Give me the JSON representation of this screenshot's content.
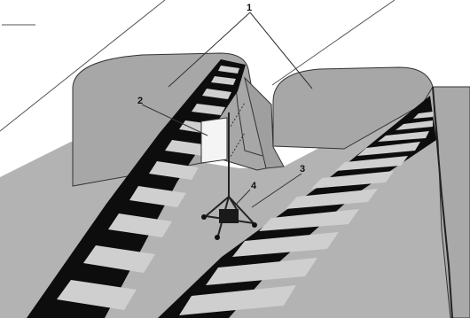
{
  "callouts": {
    "c1": "1",
    "c2": "2",
    "c3": "3",
    "c4": "4"
  },
  "colors": {
    "background": "#ffffff",
    "floor": "#b3b3b3",
    "wall": "#a7a7a7",
    "track_edge": "#0d0d0d",
    "sleeper_gap": "#cfcfcf",
    "line": "#333333",
    "board": "#f4f4f4"
  }
}
